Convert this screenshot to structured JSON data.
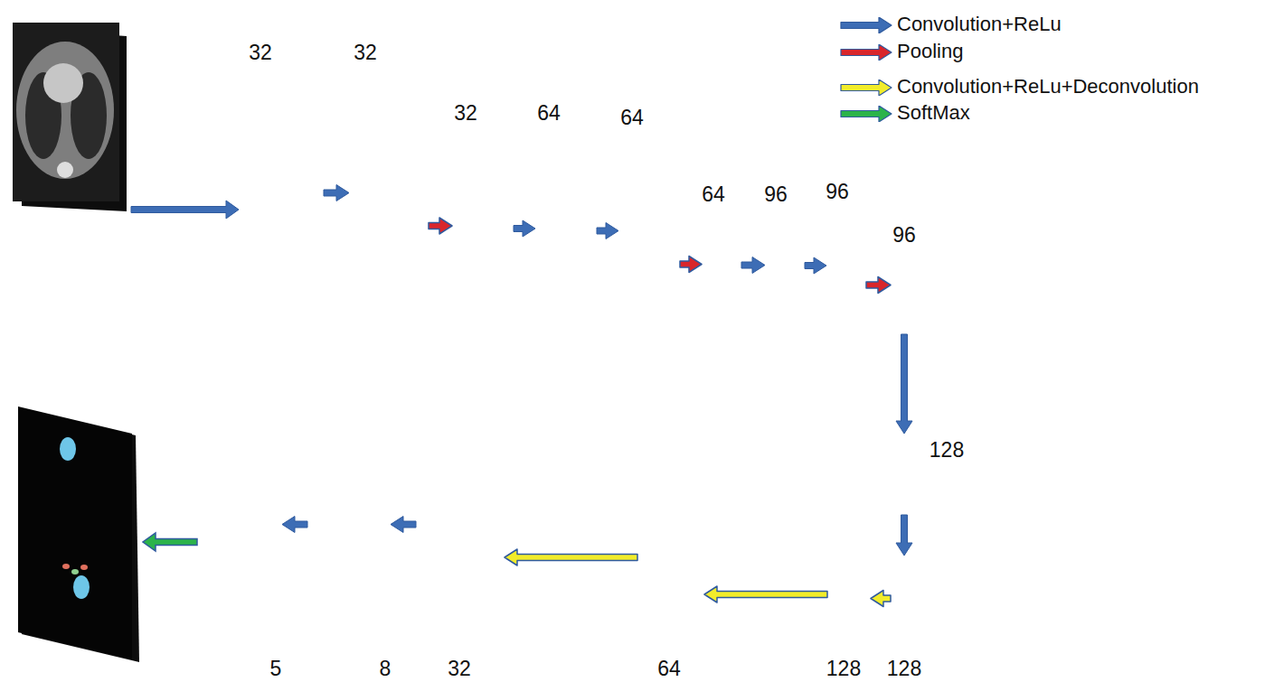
{
  "diagram": {
    "nodes": [
      {
        "text": [
          "32"
        ]
      },
      {
        "text": [
          "32"
        ]
      },
      {
        "text": [
          "32"
        ]
      },
      {
        "text": [
          "64"
        ]
      },
      {
        "text": [
          "64"
        ]
      },
      {
        "text": [
          "64"
        ]
      },
      {
        "text": [
          "96"
        ]
      },
      {
        "text": [
          "96"
        ]
      },
      {
        "text": [
          "96"
        ]
      },
      {
        "text": [
          "128"
        ]
      },
      {
        "text": [
          "128"
        ]
      },
      {
        "text": [
          "128"
        ]
      },
      {
        "text": [
          "64"
        ]
      },
      {
        "text": [
          "32"
        ]
      },
      {
        "text": [
          "8"
        ]
      },
      {
        "text": [
          "5"
        ]
      }
    ],
    "edges": [
      {
        "from": 0,
        "to": 1,
        "arrow": "to"
      },
      {
        "from": 1,
        "to": 2,
        "arrow": "to"
      },
      {
        "from": 2,
        "to": 3,
        "arrow": "to"
      },
      {
        "from": 3,
        "to": 4,
        "arrow": "to"
      },
      {
        "from": 4,
        "to": 5,
        "arrow": "to"
      },
      {
        "from": 5,
        "to": 6,
        "arrow": "to"
      },
      {
        "from": 6,
        "to": 7,
        "arrow": "to"
      },
      {
        "from": 7,
        "to": 8,
        "arrow": "to"
      },
      {
        "from": 8,
        "to": 9,
        "arrow": "to"
      },
      {
        "from": 9,
        "to": 10,
        "arrow": "to"
      },
      {
        "from": 10,
        "to": 11,
        "arrow": "to"
      },
      {
        "from": 11,
        "to": 12,
        "arrow": "to"
      },
      {
        "from": 12,
        "to": 13,
        "arrow": "to"
      },
      {
        "from": 13,
        "to": 14,
        "arrow": "to"
      },
      {
        "from": 14,
        "to": 15,
        "arrow": "to"
      }
    ],
    "legend": [
      {
        "text": "Convolution+ReLu",
        "color": "#3d6db5"
      },
      {
        "text": "Pooling",
        "color": "#d9262b"
      },
      {
        "text": "Convolution+ReLu+Deconvolution",
        "color": "#f2ec2a"
      },
      {
        "text": "SoftMax",
        "color": "#2cb34a"
      }
    ]
  }
}
